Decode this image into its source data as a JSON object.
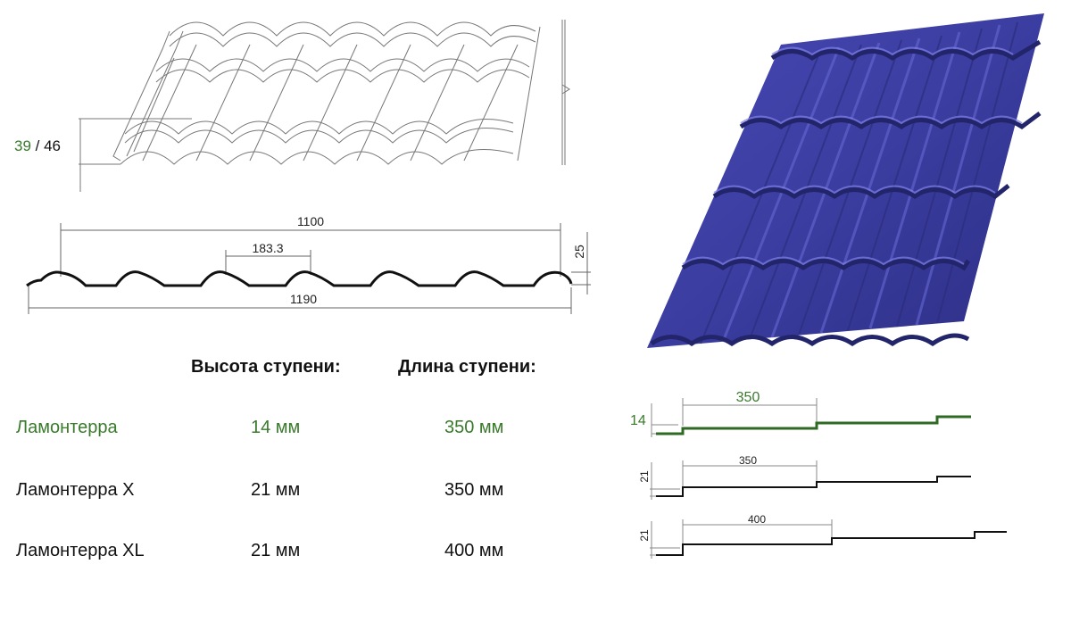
{
  "colors": {
    "accent": "#3a7a2c",
    "tile": "#3d3fa3"
  },
  "topdrawing": {
    "height_green": "39",
    "height_sep": " / ",
    "height_other": "46"
  },
  "profile": {
    "width_total": "1190",
    "width_useful": "1100",
    "wave_pitch": "183.3",
    "wave_height": "25"
  },
  "table": {
    "headers": [
      "Высота ступени:",
      "Длина ступени:"
    ],
    "rows": [
      {
        "name": "Ламонтерра",
        "height": "14 мм",
        "length": "350 мм",
        "highlight": true
      },
      {
        "name": "Ламонтерра X",
        "height": "21 мм",
        "length": "350 мм",
        "highlight": false
      },
      {
        "name": "Ламонтерра XL",
        "height": "21 мм",
        "length": "400 мм",
        "highlight": false
      }
    ]
  },
  "steps": [
    {
      "height": "14",
      "length": "350"
    },
    {
      "height": "21",
      "length": "350"
    },
    {
      "height": "21",
      "length": "400"
    }
  ]
}
